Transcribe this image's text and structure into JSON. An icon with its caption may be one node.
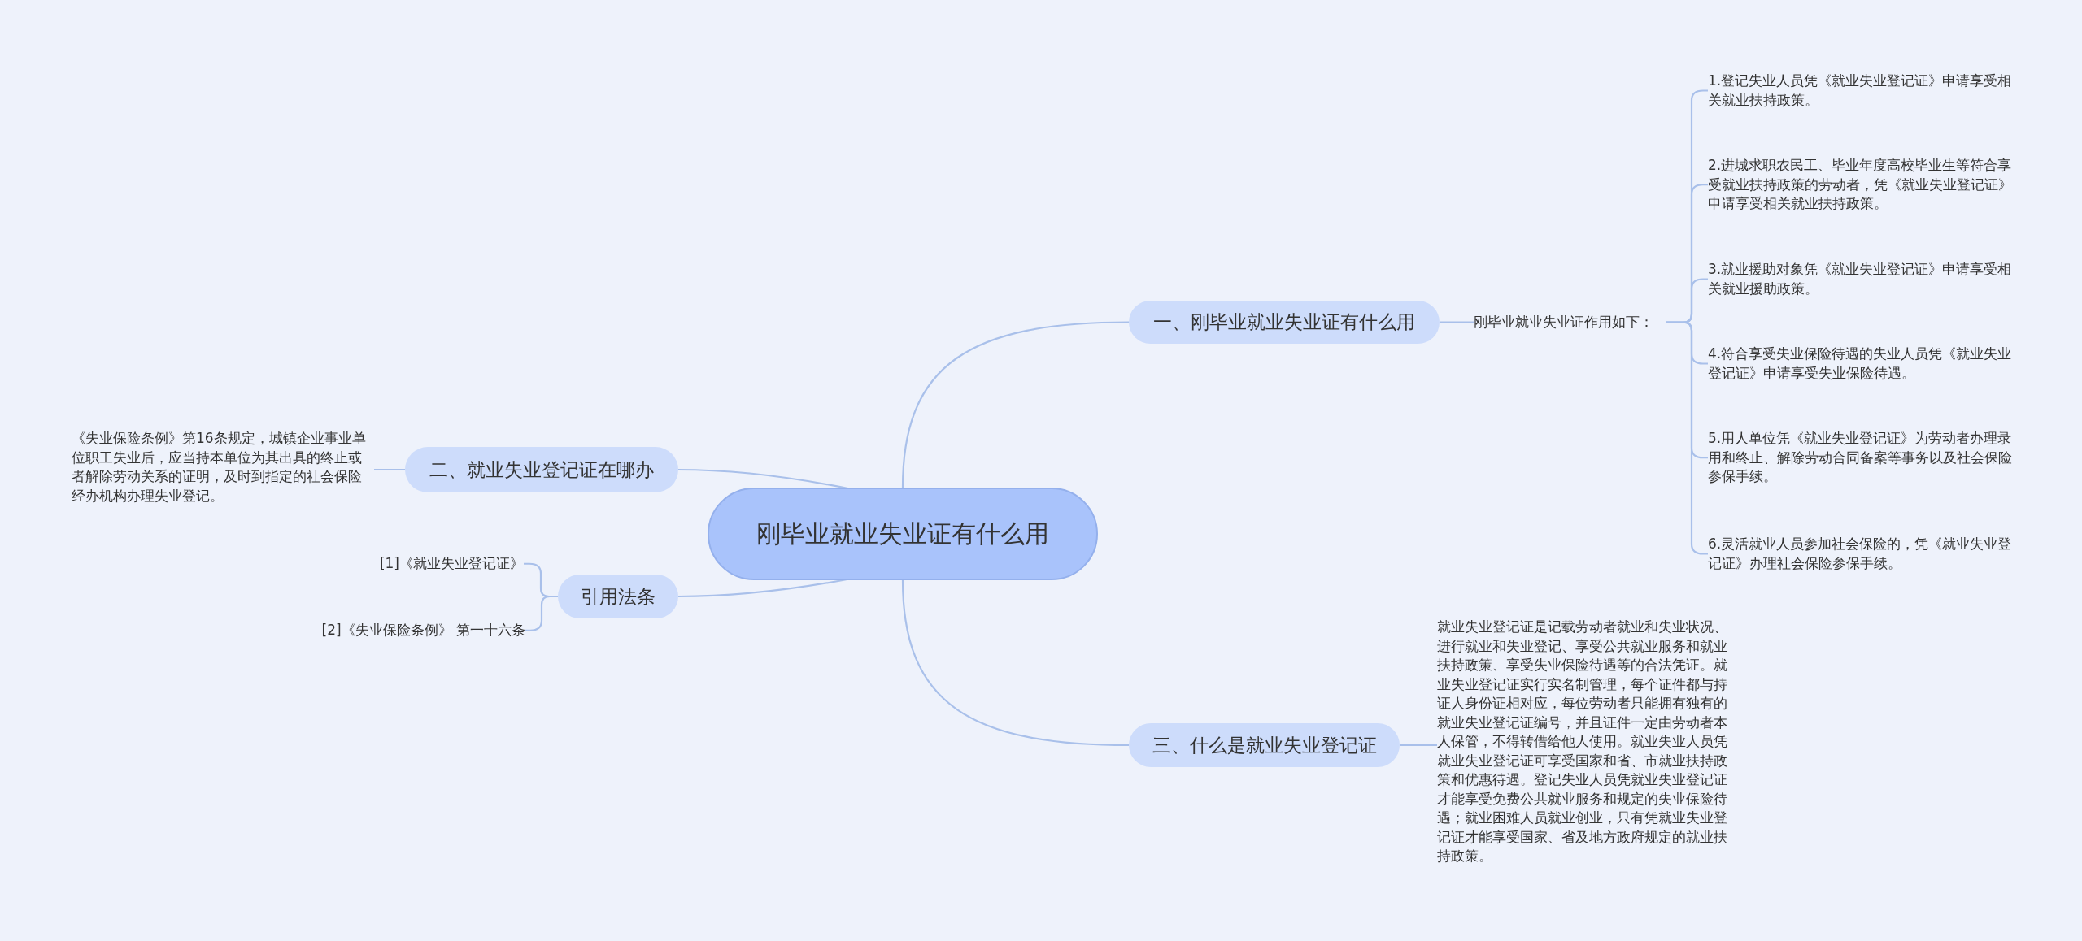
{
  "diagram": {
    "nodes": [
      {
        "text": [
          "刚毕业就业失业证有什么用"
        ]
      },
      {
        "text": [
          "一、刚毕业就业失业证有什么用"
        ]
      },
      {
        "text": [
          "刚毕业就业失业证作用如下："
        ]
      },
      {
        "text": [
          "1.登记失业人员凭《就业失业登记证》申请享受相关就业扶持政策。"
        ]
      },
      {
        "text": [
          "2.进城求职农民工、毕业年度高校毕业生等符合享受就业扶持政策的劳动者，凭《就业失业登记证》申请享受相关就业扶持政策。"
        ]
      },
      {
        "text": [
          "3.就业援助对象凭《就业失业登记证》申请享受相关就业援助政策。"
        ]
      },
      {
        "text": [
          "4.符合享受失业保险待遇的失业人员凭《就业失业登记证》申请享受失业保险待遇。"
        ]
      },
      {
        "text": [
          "5.用人单位凭《就业失业登记证》为劳动者办理录用和终止、解除劳动合同备案等事务以及社会保险参保手续。"
        ]
      },
      {
        "text": [
          "6.灵活就业人员参加社会保险的，凭《就业失业登记证》办理社会保险参保手续。"
        ]
      },
      {
        "text": [
          "二、就业失业登记证在哪办"
        ]
      },
      {
        "text": [
          "《失业保险条例》第16条规定，城镇企业事业单位职工失业后，应当持本单位为其出具的终止或者解除劳动关系的证明，及时到指定的社会保险经办机构办理失业登记。"
        ]
      },
      {
        "text": [
          "引用法条"
        ]
      },
      {
        "text": [
          "[1]《就业失业登记证》"
        ]
      },
      {
        "text": [
          "[2]《失业保险条例》 第一十六条"
        ]
      },
      {
        "text": [
          "三、什么是就业失业登记证"
        ]
      },
      {
        "text": [
          "就业失业登记证是记载劳动者就业和失业状况、进行就业和失业登记、享受公共就业服务和就业扶持政策、享受失业保险待遇等的合法凭证。就业失业登记证实行实名制管理，每个证件都与持证人身份证相对应，每位劳动者只能拥有独有的就业失业登记证编号，并且证件一定由劳动者本人保管，不得转借给他人使用。就业失业人员凭就业失业登记证可享受国家和省、市就业扶持政策和优惠待遇。登记失业人员凭就业失业登记证才能享受免费公共就业服务和规定的失业保险待遇；就业困难人员就业创业，只有凭就业失业登记证才能享受国家、省及地方政府规定的就业扶持政策。"
        ]
      }
    ],
    "edges": [
      {
        "from": 0,
        "to": 1,
        "arrow": "none"
      },
      {
        "from": 1,
        "to": 2,
        "arrow": "none"
      },
      {
        "from": 2,
        "to": 3,
        "arrow": "none"
      },
      {
        "from": 2,
        "to": 4,
        "arrow": "none"
      },
      {
        "from": 2,
        "to": 5,
        "arrow": "none"
      },
      {
        "from": 2,
        "to": 6,
        "arrow": "none"
      },
      {
        "from": 2,
        "to": 7,
        "arrow": "none"
      },
      {
        "from": 2,
        "to": 8,
        "arrow": "none"
      },
      {
        "from": 0,
        "to": 9,
        "arrow": "none"
      },
      {
        "from": 9,
        "to": 10,
        "arrow": "none"
      },
      {
        "from": 0,
        "to": 11,
        "arrow": "none"
      },
      {
        "from": 11,
        "to": 12,
        "arrow": "none"
      },
      {
        "from": 11,
        "to": 13,
        "arrow": "none"
      },
      {
        "from": 0,
        "to": 14,
        "arrow": "none"
      },
      {
        "from": 14,
        "to": 15,
        "arrow": "none"
      }
    ]
  }
}
